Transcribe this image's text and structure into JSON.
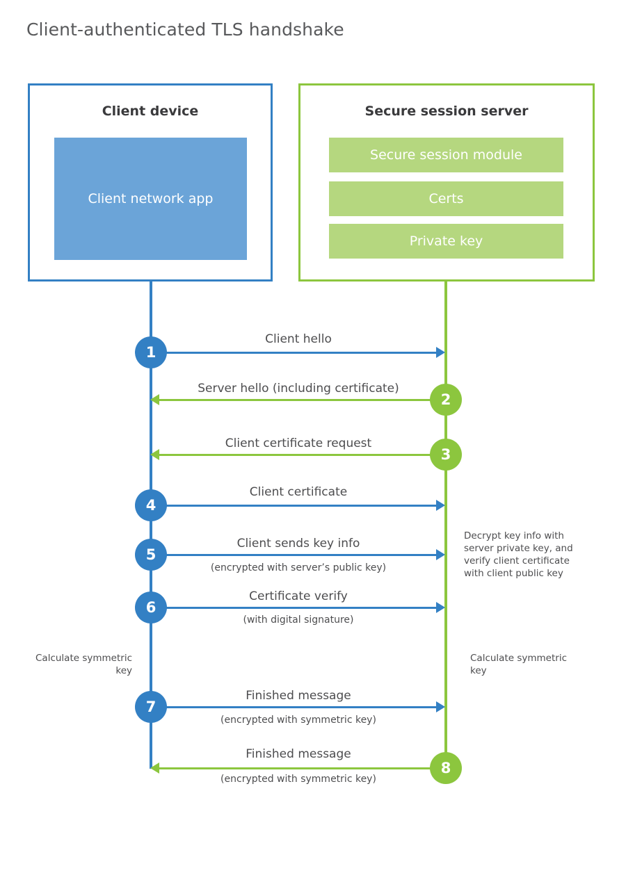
{
  "page": {
    "title": "Client-authenticated TLS handshake"
  },
  "colors": {
    "client_blue": "#3380c4",
    "client_app_fill": "#6ba4d8",
    "server_green": "#8cc63e",
    "server_bar_fill": "#b5d77f",
    "title_text": "#58595b",
    "body_text": "#4d4d4f",
    "heading_text": "#3a3a3c",
    "background": "#ffffff"
  },
  "actors": {
    "client": {
      "heading": "Client device",
      "app_label": "Client network app"
    },
    "server": {
      "heading": "Secure session server",
      "components": [
        "Secure session module",
        "Certs",
        "Private key"
      ]
    }
  },
  "messages": [
    {
      "step": "1",
      "label": "Client hello",
      "sub": "",
      "direction": "client-to-server",
      "color": "blue"
    },
    {
      "step": "2",
      "label": "Server hello (including certificate)",
      "sub": "",
      "direction": "server-to-client",
      "color": "green"
    },
    {
      "step": "3",
      "label": "Client certificate request",
      "sub": "",
      "direction": "server-to-client",
      "color": "green"
    },
    {
      "step": "4",
      "label": "Client certificate",
      "sub": "",
      "direction": "client-to-server",
      "color": "blue"
    },
    {
      "step": "5",
      "label": "Client sends key info",
      "sub": "(encrypted with server’s public key)",
      "direction": "client-to-server",
      "color": "blue"
    },
    {
      "step": "6",
      "label": "Certificate verify",
      "sub": "(with digital signature)",
      "direction": "client-to-server",
      "color": "blue"
    },
    {
      "step": "7",
      "label": "Finished message",
      "sub": "(encrypted with symmetric key)",
      "direction": "client-to-server",
      "color": "blue"
    },
    {
      "step": "8",
      "label": "Finished message",
      "sub": "(encrypted with symmetric key)",
      "direction": "server-to-client",
      "color": "green"
    }
  ],
  "notes": {
    "server_decrypt": "Decrypt key info with server private key, and verify client certificate with client public key",
    "client_calculate": "Calculate symmetric key",
    "server_calculate": "Calculate symmetric key"
  }
}
